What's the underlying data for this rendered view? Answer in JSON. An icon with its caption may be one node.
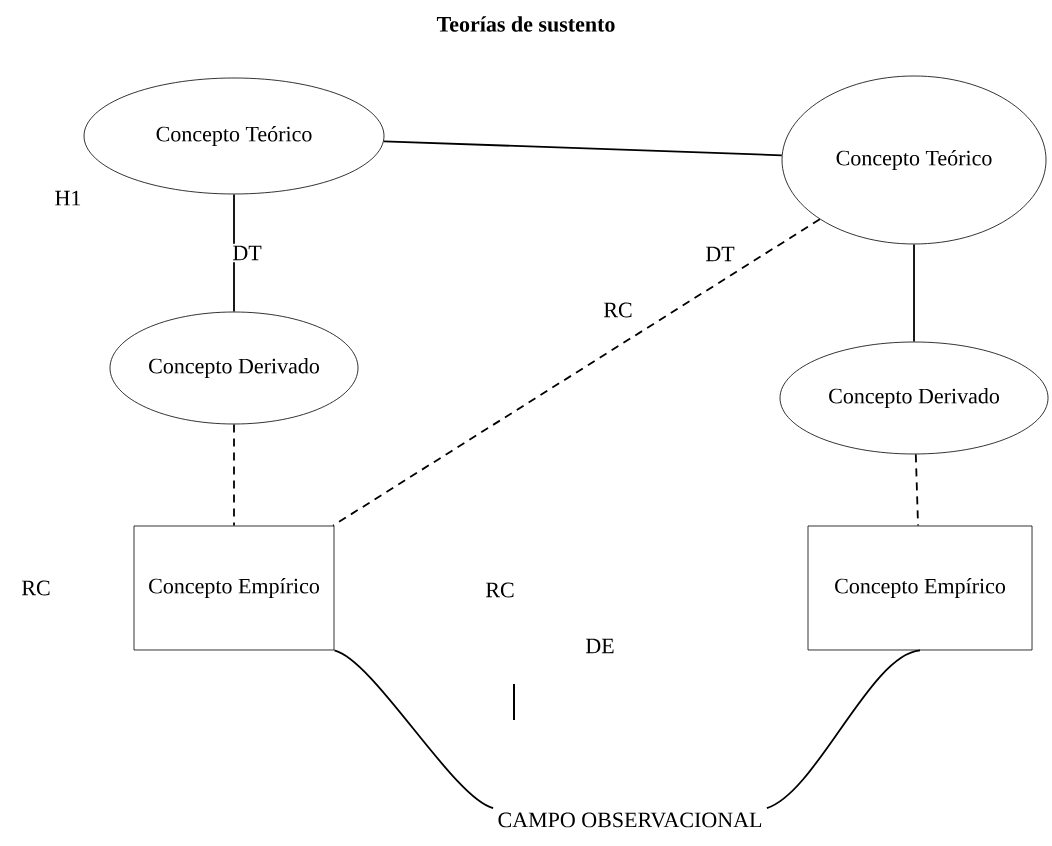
{
  "diagram": {
    "title": "Teorías de sustento",
    "nodes": [
      {
        "text": [
          "Concepto Teórico"
        ]
      },
      {
        "text": [
          "Concepto Teórico"
        ]
      },
      {
        "text": [
          "Concepto Derivado"
        ]
      },
      {
        "text": [
          "Concepto Derivado"
        ]
      },
      {
        "text": [
          "Concepto Empírico"
        ]
      },
      {
        "text": [
          "Concepto Empírico"
        ]
      },
      {
        "text": [
          "CAMPO OBSERVACIONAL"
        ]
      }
    ],
    "edges": [
      {
        "from": 0,
        "to": 1,
        "arrow": "none"
      },
      {
        "from": 0,
        "to": 2,
        "arrow": "none",
        "label": "DT"
      },
      {
        "from": 1,
        "to": 3,
        "arrow": "none"
      },
      {
        "from": 2,
        "to": 4,
        "arrow": "none",
        "style": "dashed"
      },
      {
        "from": 3,
        "to": 5,
        "arrow": "none",
        "style": "dashed"
      },
      {
        "from": 1,
        "to": 4,
        "arrow": "none",
        "style": "dashed"
      },
      {
        "from": 4,
        "to": 6,
        "arrow": "none"
      },
      {
        "from": 5,
        "to": 6,
        "arrow": "none"
      }
    ],
    "labels": [
      "H1",
      "DT",
      "RC",
      "RC",
      "RC",
      "DE"
    ]
  }
}
